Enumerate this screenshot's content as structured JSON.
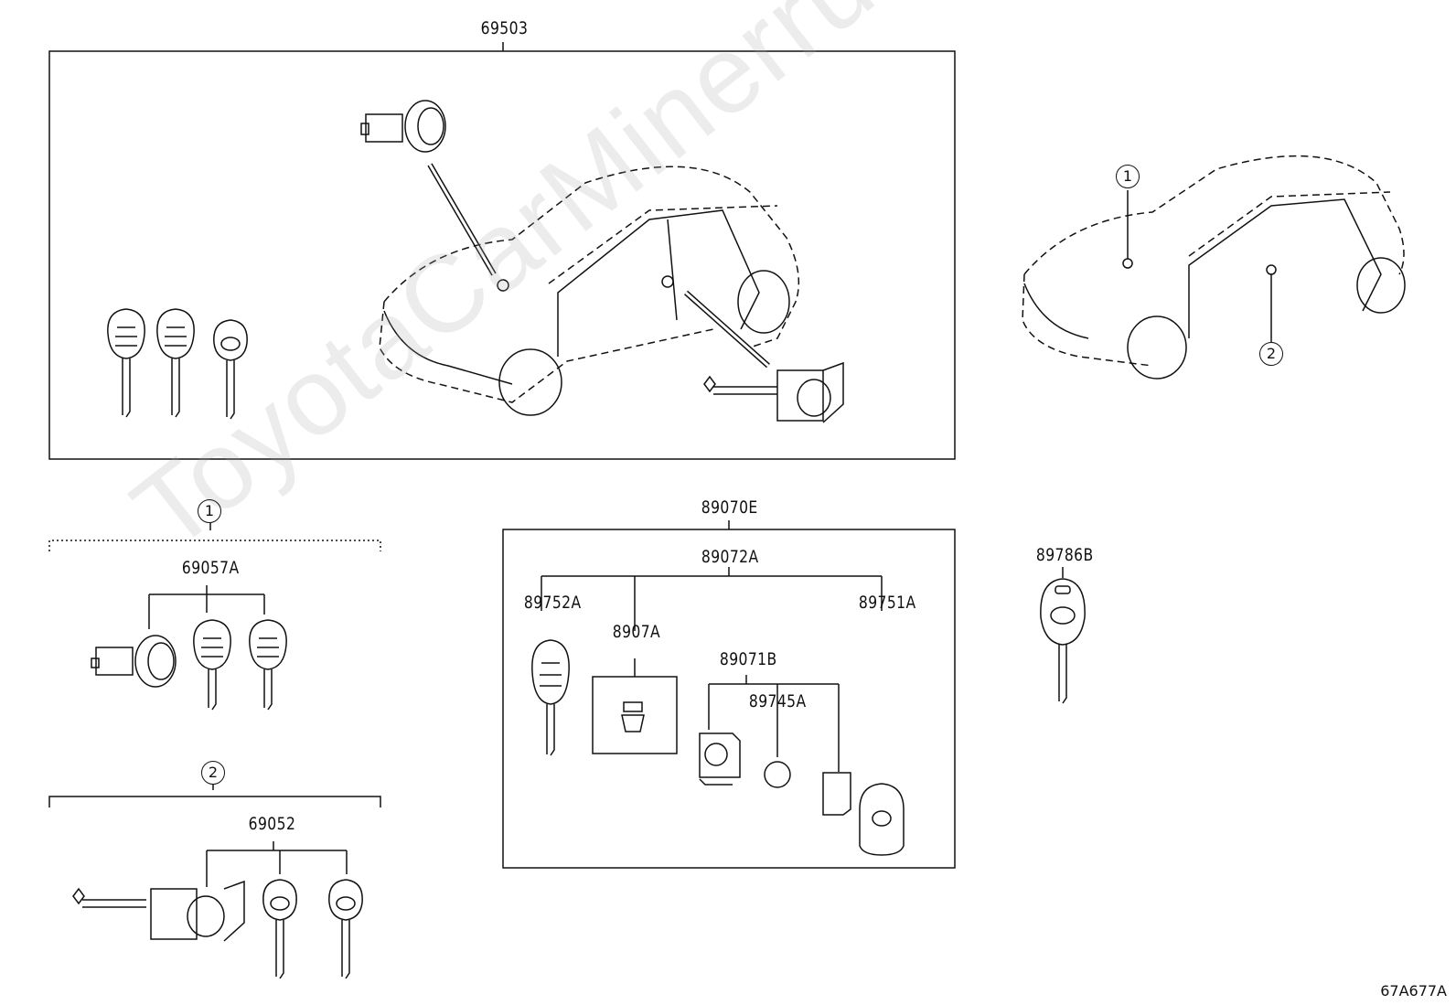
{
  "watermark": "ToyotaCarMinerru",
  "diagram_code": "67A677A",
  "labels": {
    "p69503": "69503",
    "p89070E": "89070E",
    "p89072A": "89072A",
    "p89752A": "89752A",
    "p8907A": "8907A",
    "p89071B": "89071B",
    "p89745A": "89745A",
    "p89751A": "89751A",
    "p89786B": "89786B",
    "p69057A": "69057A",
    "p69052": "69052"
  },
  "callouts": {
    "c1": "1",
    "c2": "2"
  }
}
